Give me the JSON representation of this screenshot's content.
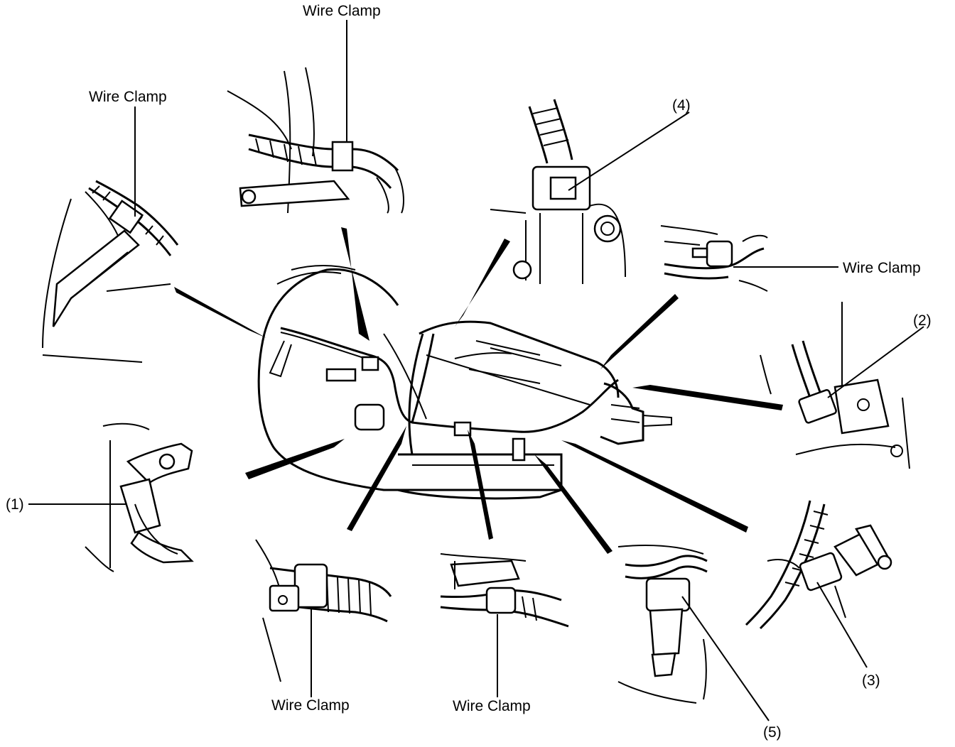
{
  "diagram": {
    "labels": {
      "wire_clamp_top": "Wire Clamp",
      "wire_clamp_top_left": "Wire Clamp",
      "wire_clamp_right": "Wire Clamp",
      "wire_clamp_bottom_left": "Wire Clamp",
      "wire_clamp_bottom_center": "Wire Clamp",
      "callout_1": "(1)",
      "callout_2": "(2)",
      "callout_3": "(3)",
      "callout_4": "(4)",
      "callout_5": "(5)"
    },
    "colors": {
      "ink": "#000000",
      "paper": "#ffffff"
    }
  }
}
